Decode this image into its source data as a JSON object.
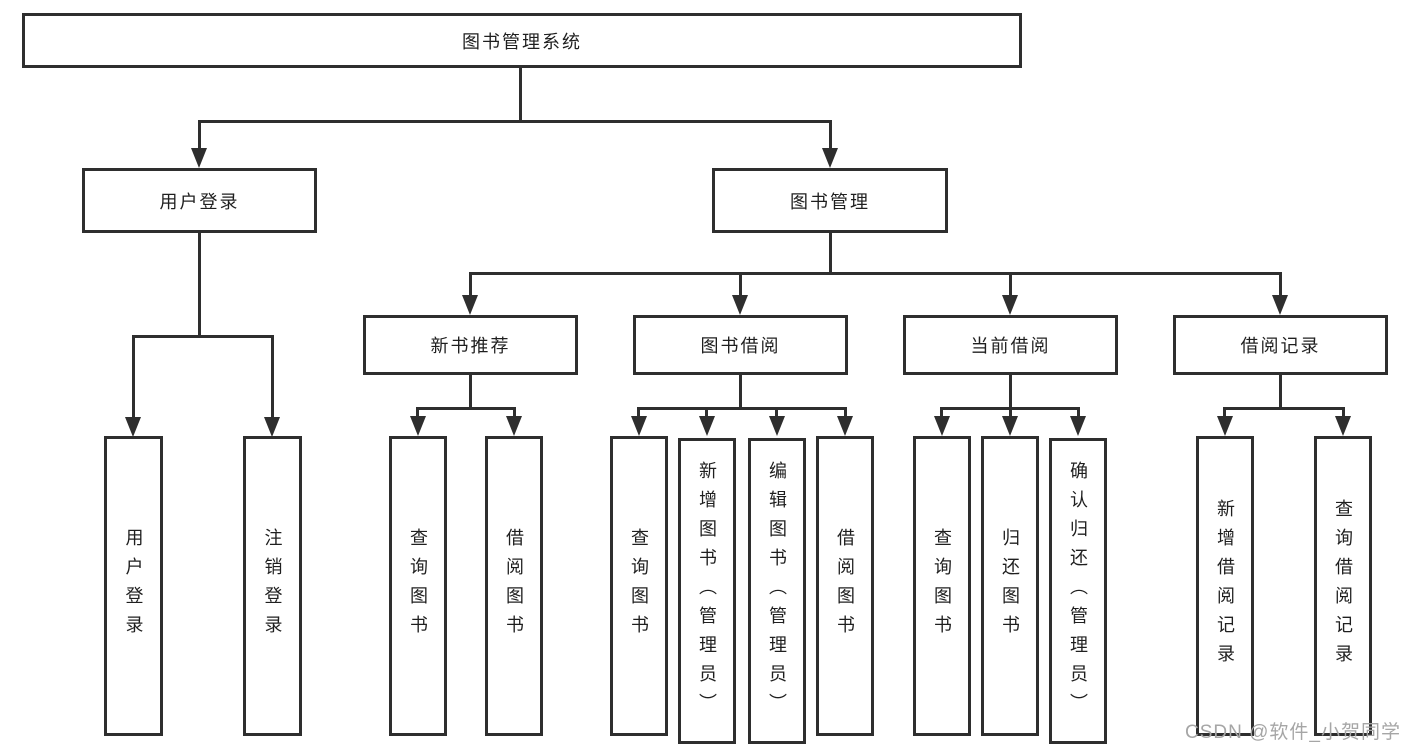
{
  "diagram_type": "hierarchy-tree",
  "colors": {
    "line": "#2e2e2e",
    "text": "#1f1f1f",
    "background": "#ffffff",
    "watermark": "#a6a6a6"
  },
  "tree": {
    "label": "图书管理系统",
    "children": [
      {
        "label": "用户登录",
        "children": [
          {
            "label": "用户登录"
          },
          {
            "label": "注销登录"
          }
        ]
      },
      {
        "label": "图书管理",
        "children": [
          {
            "label": "新书推荐",
            "children": [
              {
                "label": "查询图书"
              },
              {
                "label": "借阅图书"
              }
            ]
          },
          {
            "label": "图书借阅",
            "children": [
              {
                "label": "查询图书"
              },
              {
                "label": "新增图书（管理员）"
              },
              {
                "label": "编辑图书（管理员）"
              },
              {
                "label": "借阅图书"
              }
            ]
          },
          {
            "label": "当前借阅",
            "children": [
              {
                "label": "查询图书"
              },
              {
                "label": "归还图书"
              },
              {
                "label": "确认归还（管理员）"
              }
            ]
          },
          {
            "label": "借阅记录",
            "children": [
              {
                "label": "新增借阅记录"
              },
              {
                "label": "查询借阅记录"
              }
            ]
          }
        ]
      }
    ]
  },
  "watermark": "CSDN @软件_小贺同学"
}
